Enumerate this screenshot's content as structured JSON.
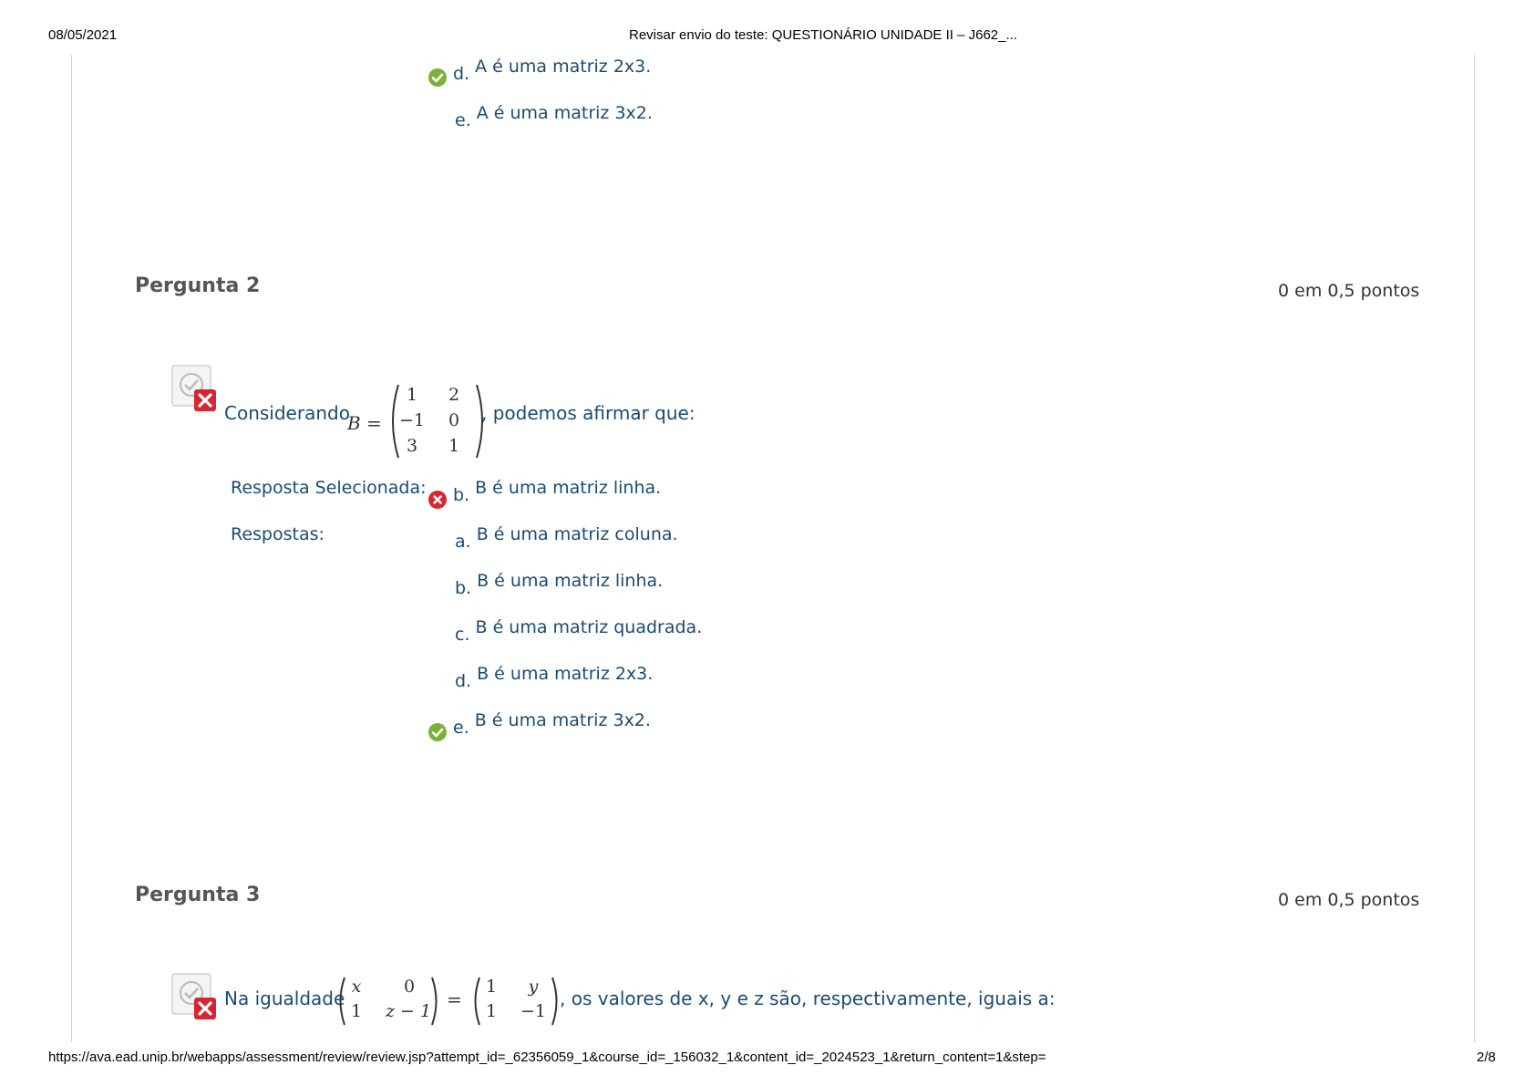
{
  "print_header": {
    "date": "08/05/2021",
    "title": "Revisar envio do teste: QUESTIONÁRIO UNIDADE II – J662_..."
  },
  "print_footer": {
    "url": "https://ava.ead.unip.br/webapps/assessment/review/review.jsp?attempt_id=_62356059_1&course_id=_156032_1&content_id=_2024523_1&return_content=1&step=",
    "page": "2/8"
  },
  "q1_tail": {
    "answers": [
      {
        "letter": "d.",
        "text": "A é uma matriz 2x3.",
        "mark": "correct"
      },
      {
        "letter": "e.",
        "text": "A é uma matriz 3x2."
      }
    ]
  },
  "q2": {
    "title": "Pergunta 2",
    "points": "0 em 0,5 pontos",
    "prompt_before": "Considerando",
    "prompt_after": ", podemos afirmar que:",
    "matrix_name": "B =",
    "matrix": [
      [
        "1",
        "2"
      ],
      [
        "−1",
        "0"
      ],
      [
        "3",
        "1"
      ]
    ],
    "selected_label": "Resposta Selecionada:",
    "selected": {
      "letter": "b.",
      "text": "B é uma matriz linha.",
      "mark": "incorrect"
    },
    "answers_label": "Respostas:",
    "answers": [
      {
        "letter": "a.",
        "text": "B é uma matriz coluna."
      },
      {
        "letter": "b.",
        "text": "B é uma matriz linha."
      },
      {
        "letter": "c.",
        "text": "B é uma matriz quadrada."
      },
      {
        "letter": "d.",
        "text": "B é uma matriz 2x3."
      },
      {
        "letter": "e.",
        "text": "B é uma matriz 3x2.",
        "mark": "correct"
      }
    ]
  },
  "q3": {
    "title": "Pergunta 3",
    "points": "0 em 0,5 pontos",
    "prompt_before": "Na igualdade",
    "prompt_after": ", os valores de x, y e z são, respectivamente, iguais a:",
    "left_matrix": [
      [
        "x",
        "0"
      ],
      [
        "1",
        "z − 1"
      ]
    ],
    "equals": "=",
    "right_matrix": [
      [
        "1",
        "y"
      ],
      [
        "1",
        "−1"
      ]
    ]
  },
  "colors": {
    "text_blue": "#1a4b74",
    "correct_green": "#7bb13a",
    "incorrect_red": "#d7262f",
    "heading_gray": "#555555"
  },
  "icons": [
    "check-circle-icon",
    "x-circle-icon",
    "question-incorrect-icon"
  ]
}
